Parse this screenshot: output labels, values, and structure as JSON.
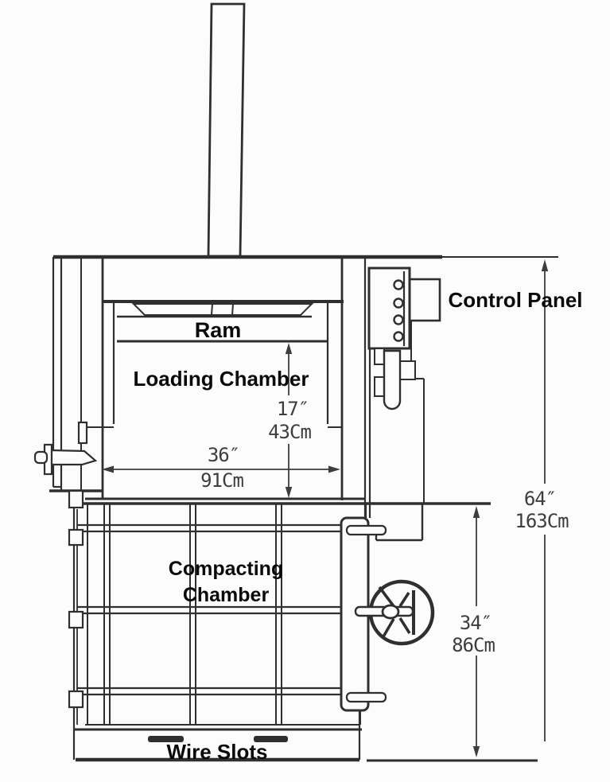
{
  "labels": {
    "control_panel": "Control Panel",
    "ram": "Ram",
    "loading_chamber": "Loading Chamber",
    "compacting_line1": "Compacting",
    "compacting_line2": "Chamber",
    "wire_slots": "Wire Slots"
  },
  "dimensions": {
    "loading_height_in": "17″",
    "loading_height_cm": "43Cm",
    "loading_width_in": "36″",
    "loading_width_cm": "91Cm",
    "chamber_height_in": "34″",
    "chamber_height_cm": "86Cm",
    "overall_height_in": "64″",
    "overall_height_cm": "163Cm"
  },
  "colors": {
    "line": "#2f2f2f",
    "dimension_line": "#3d3d3d",
    "label_text": "#0a0a0a",
    "background": "#fcfcfc"
  }
}
